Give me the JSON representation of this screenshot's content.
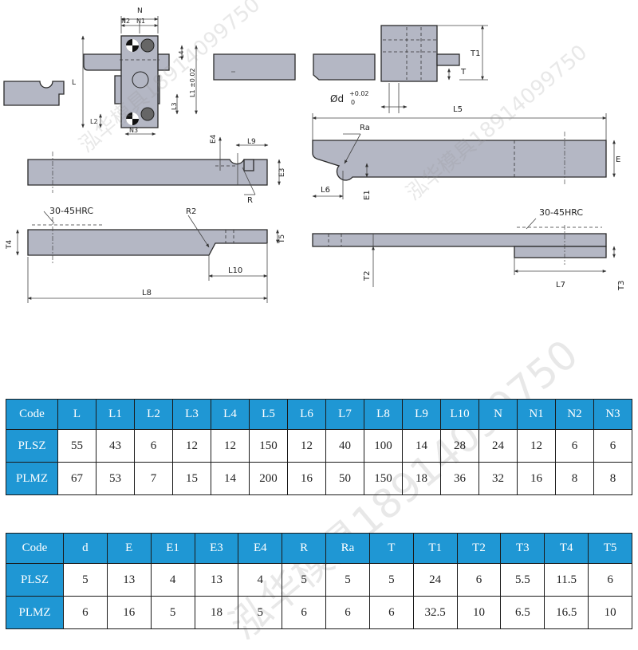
{
  "drawing": {
    "labels": {
      "N": "N",
      "N1": "N1",
      "N2": "N2",
      "N3": "N3",
      "L": "L",
      "L1": "L1 ±0.02",
      "L2": "L2",
      "L3": "L3",
      "L4": "L4",
      "T": "T",
      "T1": "T1",
      "d": "Ød",
      "d_tol_upper": "+0.02",
      "d_tol_lower": "0",
      "L5": "L5",
      "Ra": "Ra",
      "E": "E",
      "E1": "E1",
      "L6": "L6",
      "E4": "E4",
      "L9": "L9",
      "E3": "E3",
      "R": "R",
      "hrc_left": "30-45HRC",
      "R2": "R2",
      "T4": "T4",
      "T5": "T5",
      "L10": "L10",
      "L8": "L8",
      "hrc_right": "30-45HRC",
      "T2": "T2",
      "L7": "L7",
      "T3": "T3"
    }
  },
  "watermark": {
    "text": "泓华模具18914099750"
  },
  "tables": [
    {
      "headers": [
        "Code",
        "L",
        "L1",
        "L2",
        "L3",
        "L4",
        "L5",
        "L6",
        "L7",
        "L8",
        "L9",
        "L10",
        "N",
        "N1",
        "N2",
        "N3"
      ],
      "rows": [
        [
          "PLSZ",
          "55",
          "43",
          "6",
          "12",
          "12",
          "150",
          "12",
          "40",
          "100",
          "14",
          "28",
          "24",
          "12",
          "6",
          "6"
        ],
        [
          "PLMZ",
          "67",
          "53",
          "7",
          "15",
          "14",
          "200",
          "16",
          "50",
          "150",
          "18",
          "36",
          "32",
          "16",
          "8",
          "8"
        ]
      ]
    },
    {
      "headers": [
        "Code",
        "d",
        "E",
        "E1",
        "E3",
        "E4",
        "R",
        "Ra",
        "T",
        "T1",
        "T2",
        "T3",
        "T4",
        "T5"
      ],
      "rows": [
        [
          "PLSZ",
          "5",
          "13",
          "4",
          "13",
          "4",
          "5",
          "5",
          "5",
          "24",
          "6",
          "5.5",
          "11.5",
          "6"
        ],
        [
          "PLMZ",
          "6",
          "16",
          "5",
          "18",
          "5",
          "6",
          "6",
          "6",
          "32.5",
          "10",
          "6.5",
          "16.5",
          "10"
        ]
      ]
    }
  ]
}
